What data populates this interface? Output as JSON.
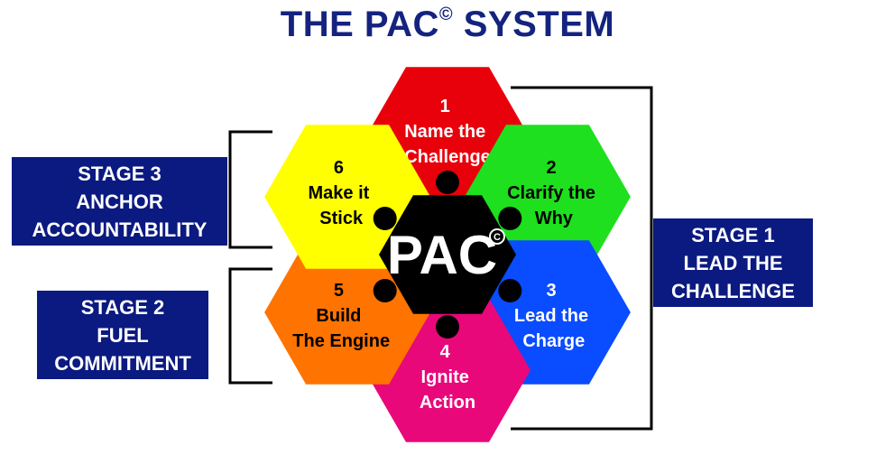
{
  "title": {
    "text": "THE PAC",
    "mark": "©",
    "text_after": " SYSTEM"
  },
  "center": {
    "label": "PAC",
    "mark": "©"
  },
  "segments": [
    {
      "number": "1",
      "lines": [
        "Name the",
        "Challenge"
      ],
      "color": "#e8000b",
      "text_color": "#ffffff"
    },
    {
      "number": "2",
      "lines": [
        "Clarify the",
        "Why"
      ],
      "color": "#1ee01e",
      "text_color": "#000000"
    },
    {
      "number": "3",
      "lines": [
        "Lead the",
        "Charge"
      ],
      "color": "#0a4cff",
      "text_color": "#ffffff"
    },
    {
      "number": "4",
      "lines": [
        "Ignite",
        "Action"
      ],
      "color": "#e8087a",
      "text_color": "#ffffff"
    },
    {
      "number": "5",
      "lines": [
        "Build",
        "The Engine"
      ],
      "color": "#ff7300",
      "text_color": "#000000"
    },
    {
      "number": "6",
      "lines": [
        "Make it",
        "Stick"
      ],
      "color": "#ffff00",
      "text_color": "#000000"
    }
  ],
  "stages": {
    "stage3": {
      "lines": [
        "STAGE 3",
        "ANCHOR",
        "ACCOUNTABILITY"
      ]
    },
    "stage2": {
      "lines": [
        "STAGE 2",
        "FUEL",
        "COMMITMENT"
      ]
    },
    "stage1": {
      "lines": [
        "STAGE 1",
        "LEAD THE",
        "CHALLENGE"
      ]
    }
  },
  "colors": {
    "title": "#14237f",
    "stage_box": "#0b1a80",
    "center": "#000000",
    "bracket": "#000000"
  }
}
